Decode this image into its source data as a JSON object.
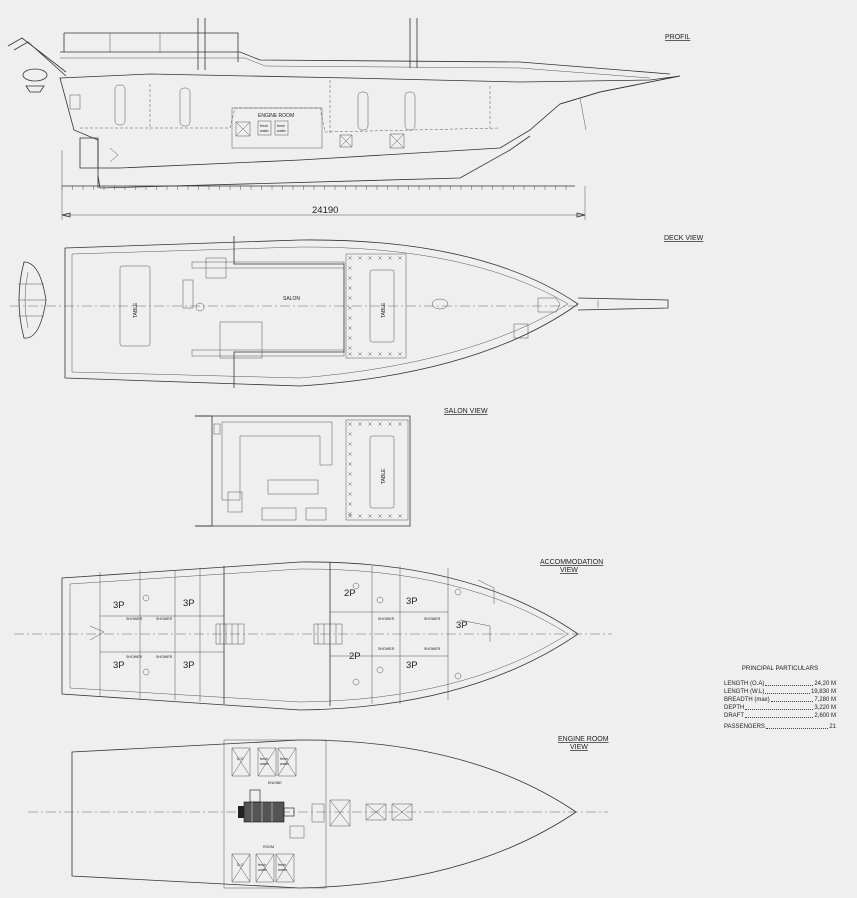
{
  "views": {
    "profil": "PROFIL",
    "deck": "DECK VIEW",
    "salon": "SALON VIEW",
    "accommodation": [
      "ACCOMMODATION",
      "VIEW"
    ],
    "engine": [
      "ENGINE ROOM",
      "VIEW"
    ]
  },
  "profile": {
    "length_dimension": "24190",
    "engine_room_label": "ENGINE ROOM",
    "fresh_water": [
      "fresh",
      "water"
    ]
  },
  "deck": {
    "salon_label": "SALON",
    "table_label": "TABLE"
  },
  "cabins": {
    "three_p": "3P",
    "two_p": "2P",
    "shower": "SHOWER"
  },
  "engine_room": {
    "engine_label": "ENGINE",
    "room_label": "ROOM",
    "do_label": "D.O",
    "fresh_water": [
      "fresh",
      "water"
    ]
  },
  "particulars": {
    "title": "PRINCIPAL PARTICULARS",
    "rows": [
      {
        "key": "LENGTH (O.A)",
        "value": "24,20 M"
      },
      {
        "key": "LENGTH (W.L)",
        "value": "19,830 M"
      },
      {
        "key": "BREADTH (max)",
        "value": "7,280 M"
      },
      {
        "key": "DEPTH",
        "value": "3,220 M"
      },
      {
        "key": "DRAFT",
        "value": "2,600 M"
      },
      {
        "key": "PASSENGERS",
        "value": "21"
      }
    ]
  }
}
